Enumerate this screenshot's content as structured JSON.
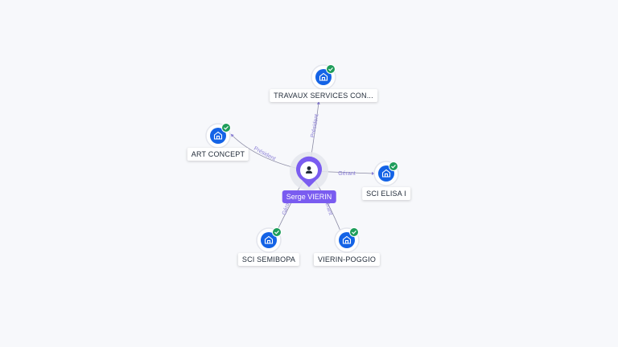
{
  "center": {
    "name": "Serge VIERIN",
    "icon": "person-icon"
  },
  "companies": [
    {
      "name": "TRAVAUX SERVICES CON...",
      "relation": "Président",
      "icon": "building-icon",
      "status_icon": "check-icon"
    },
    {
      "name": "ART CONCEPT",
      "relation": "Président",
      "icon": "building-icon",
      "status_icon": "check-icon"
    },
    {
      "name": "SCI ELISA I",
      "relation": "Gérant",
      "icon": "building-icon",
      "status_icon": "check-icon"
    },
    {
      "name": "SCI SEMIBOPA",
      "relation": "Gérant",
      "icon": "building-icon",
      "status_icon": "check-icon"
    },
    {
      "name": "VIERIN-POGGIO",
      "relation": "Gérant",
      "icon": "building-icon",
      "status_icon": "check-icon"
    }
  ],
  "colors": {
    "center": "#7a5cf0",
    "company": "#1463e6",
    "status": "#1e9d5a",
    "edge": "#8a8aa3",
    "edge_label": "#8b7fd6"
  }
}
